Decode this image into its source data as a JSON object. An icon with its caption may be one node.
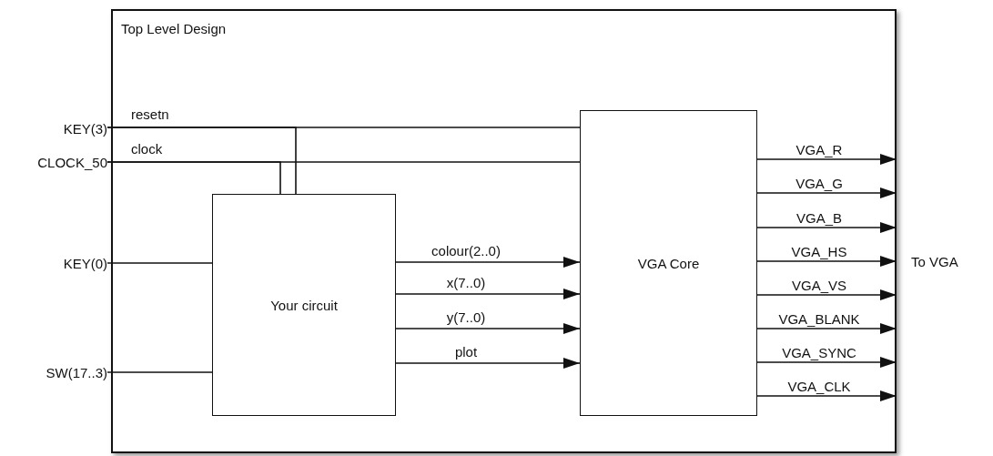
{
  "diagram": {
    "nodes": [
      {
        "text": [
          "Top Level Design"
        ]
      },
      {
        "text": [
          "Your circuit"
        ],
        "in": 0
      },
      {
        "text": [
          "VGA Core"
        ],
        "in": 0
      },
      {
        "text": [
          "KEY(3)"
        ]
      },
      {
        "text": [
          "CLOCK_50"
        ]
      },
      {
        "text": [
          "KEY(0)"
        ]
      },
      {
        "text": [
          "SW(17..3)"
        ]
      }
    ],
    "edges": [
      {
        "from": 3,
        "to": 2,
        "arrow": "none",
        "label": "resetn"
      },
      {
        "from": 3,
        "to": 1,
        "arrow": "none"
      },
      {
        "from": 4,
        "to": 2,
        "arrow": "none",
        "label": "clock"
      },
      {
        "from": 4,
        "to": 1,
        "arrow": "none"
      },
      {
        "from": 5,
        "to": 1,
        "arrow": "none"
      },
      {
        "from": 6,
        "to": 1,
        "arrow": "none"
      },
      {
        "from": 1,
        "to": 2,
        "arrow": "to",
        "label": "colour(2..0)"
      },
      {
        "from": 1,
        "to": 2,
        "arrow": "to",
        "label": "x(7..0)"
      },
      {
        "from": 1,
        "to": 2,
        "arrow": "to",
        "label": "y(7..0)"
      },
      {
        "from": 1,
        "to": 2,
        "arrow": "to",
        "label": "plot"
      },
      {
        "from": 2,
        "to": 0,
        "arrow": "to",
        "label": "VGA_R"
      },
      {
        "from": 2,
        "to": 0,
        "arrow": "to",
        "label": "VGA_G"
      },
      {
        "from": 2,
        "to": 0,
        "arrow": "to",
        "label": "VGA_B"
      },
      {
        "from": 2,
        "to": 0,
        "arrow": "to",
        "label": "VGA_HS"
      },
      {
        "from": 2,
        "to": 0,
        "arrow": "to",
        "label": "VGA_VS"
      },
      {
        "from": 2,
        "to": 0,
        "arrow": "to",
        "label": "VGA_BLANK"
      },
      {
        "from": 2,
        "to": 0,
        "arrow": "to",
        "label": "VGA_SYNC"
      },
      {
        "from": 2,
        "to": 0,
        "arrow": "to",
        "label": "VGA_CLK"
      }
    ],
    "labels": [
      "To VGA"
    ]
  }
}
